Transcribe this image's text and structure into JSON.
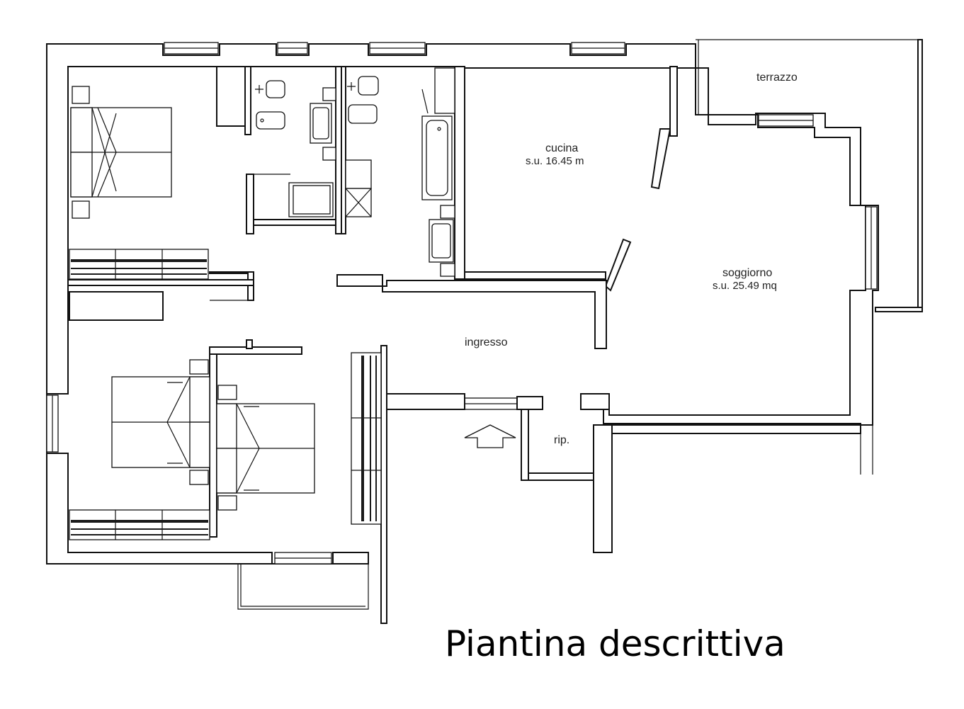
{
  "caption": "Piantina descrittiva",
  "rooms": {
    "terrazzo": {
      "name": "terrazzo"
    },
    "cucina": {
      "name": "cucina",
      "area": "s.u. 16.45 m"
    },
    "soggiorno": {
      "name": "soggiorno",
      "area": "s.u. 25.49 mq"
    },
    "ingresso": {
      "name": "ingresso"
    },
    "ripostiglio": {
      "name": "rip."
    }
  },
  "icons": {
    "entrance": "entrance-arrow-icon"
  },
  "colors": {
    "line": "#111111",
    "background": "#ffffff"
  }
}
